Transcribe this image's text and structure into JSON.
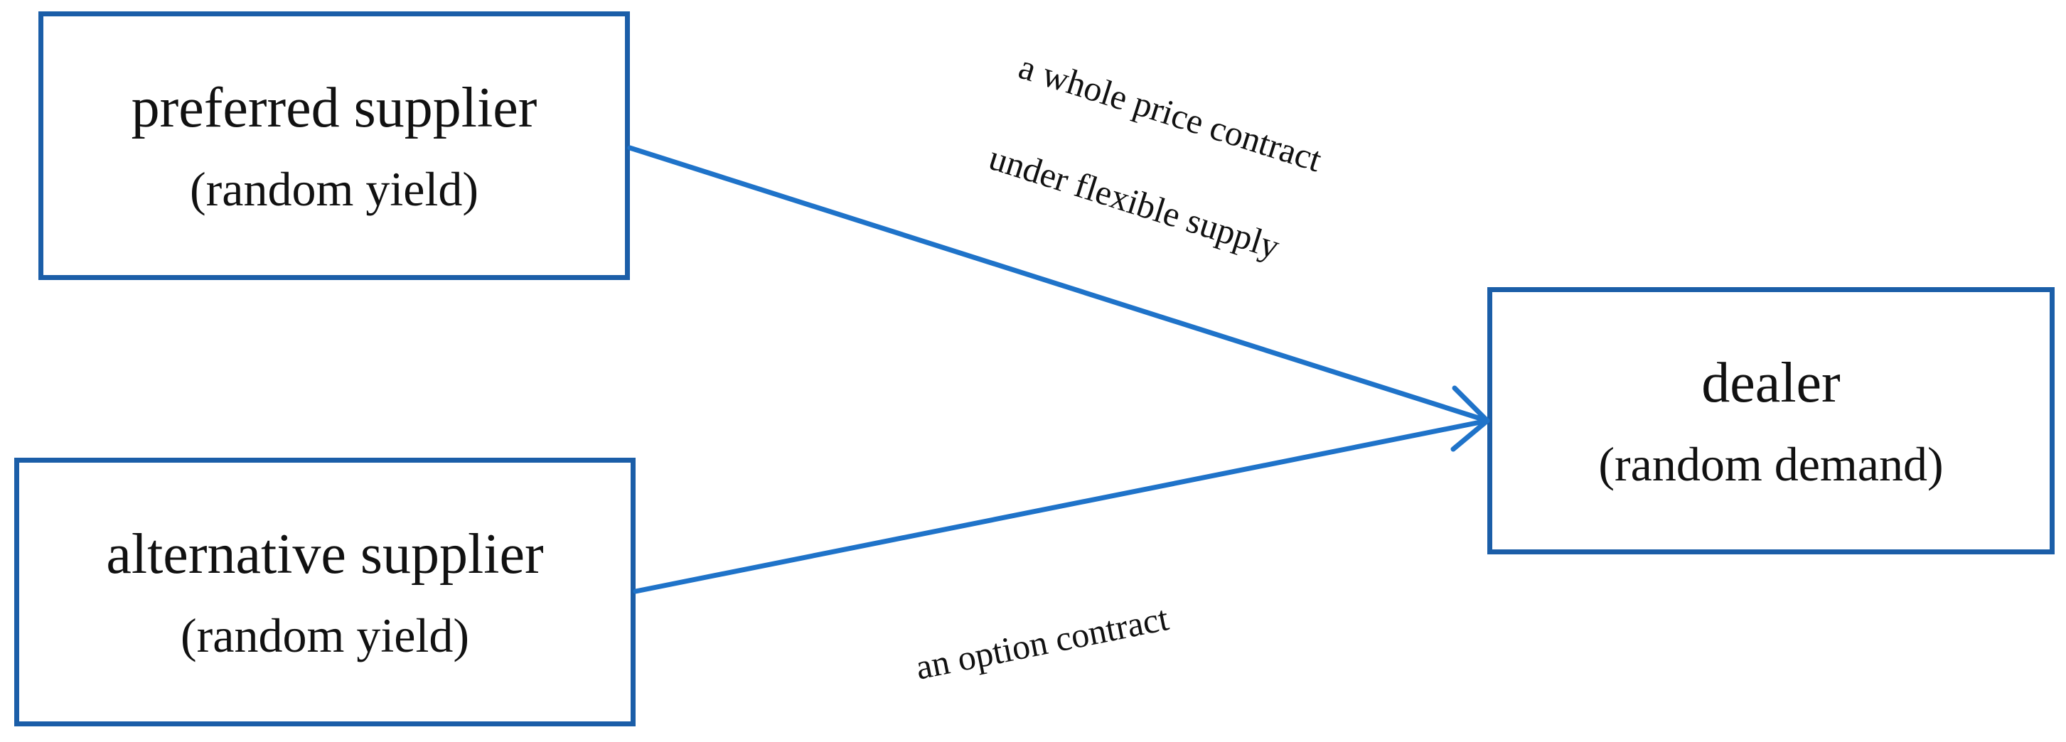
{
  "nodes": {
    "preferred": {
      "title": "preferred supplier",
      "subtitle": "(random yield)"
    },
    "alternative": {
      "title": "alternative supplier",
      "subtitle": "(random yield)"
    },
    "dealer": {
      "title": "dealer",
      "subtitle": "(random demand)"
    }
  },
  "edges": {
    "preferred_to_dealer": {
      "label_line1": "a whole price contract",
      "label_line2": "under flexible supply"
    },
    "alternative_to_dealer": {
      "label": "an option contract"
    }
  },
  "colors": {
    "box_border": "#1b5ea8",
    "arrow": "#1f73c9",
    "text": "#111111"
  }
}
